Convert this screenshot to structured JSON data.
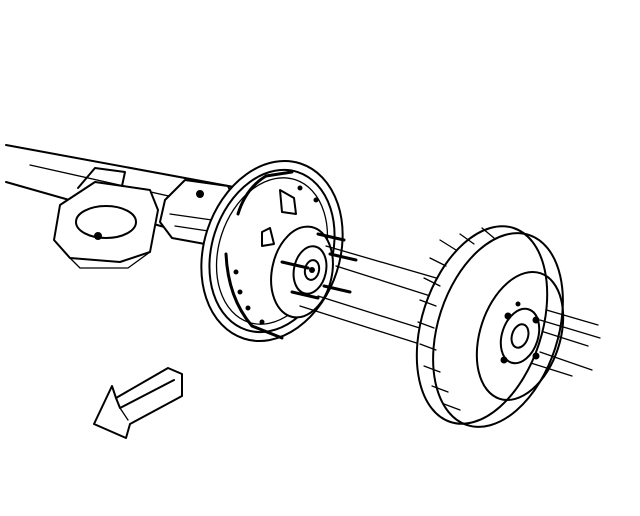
{
  "figure": {
    "subject": "rear-axle-brake-drum-exploded-view",
    "background_color": "#ffffff",
    "line_color": "#000000",
    "parts": [
      "axle-housing",
      "brake-backing-plate",
      "brake-shoes",
      "wheel-studs",
      "brake-drum",
      "direction-arrow"
    ],
    "arrow_direction": "lower-left"
  }
}
